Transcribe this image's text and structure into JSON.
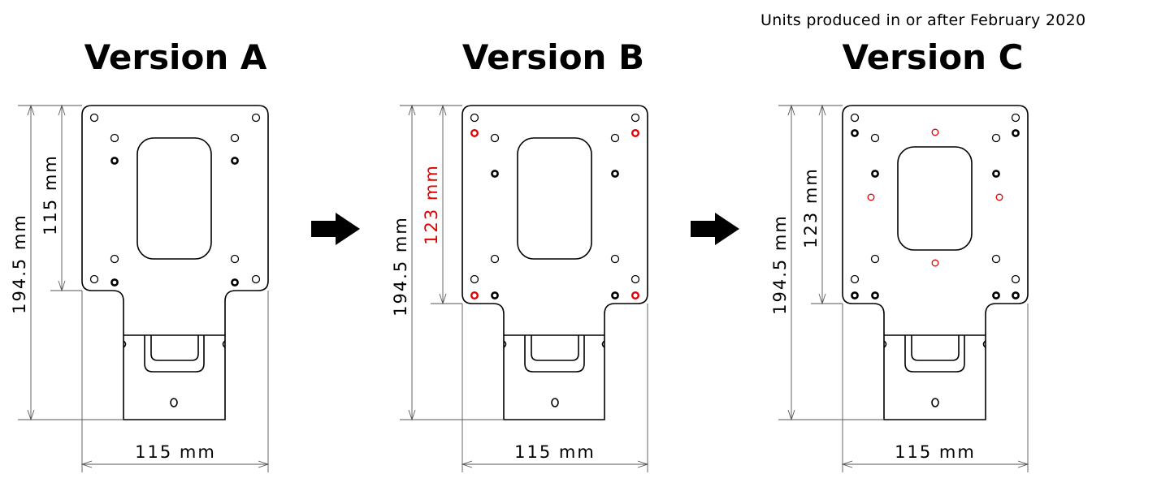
{
  "header": {
    "note": "Units produced in or after February 2020"
  },
  "versions": [
    {
      "title": "Version A",
      "dims": {
        "total_height": "194.5 mm",
        "hole_spacing": "115 mm",
        "width": "115 mm"
      },
      "foot_mark": "0"
    },
    {
      "title": "Version B",
      "dims": {
        "total_height": "194.5 mm",
        "hole_spacing": "123 mm",
        "width": "115 mm"
      },
      "foot_mark": "0"
    },
    {
      "title": "Version C",
      "dims": {
        "total_height": "194.5 mm",
        "hole_spacing": "123 mm",
        "width": "115 mm"
      },
      "foot_mark": "0"
    }
  ],
  "arrows": [
    "right-arrow-icon",
    "right-arrow-icon"
  ],
  "colors": {
    "line": "#000000",
    "highlight": "#e00000",
    "dim_line": "#555555"
  }
}
